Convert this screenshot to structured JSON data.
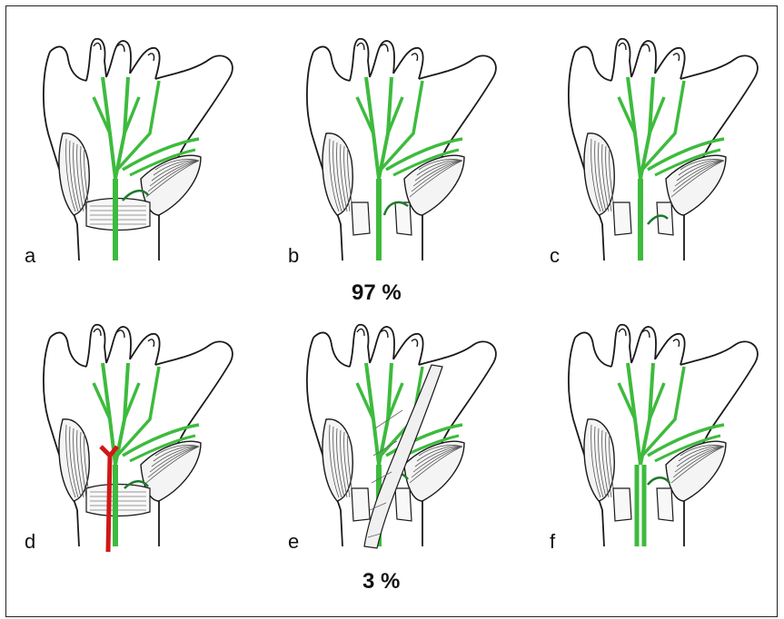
{
  "panels": [
    {
      "id": "a",
      "label": "a",
      "variant": "normal"
    },
    {
      "id": "b",
      "label": "b",
      "variant": "branch-through"
    },
    {
      "id": "c",
      "label": "c",
      "variant": "branch-distal"
    },
    {
      "id": "d",
      "label": "d",
      "variant": "artery"
    },
    {
      "id": "e",
      "label": "e",
      "variant": "muscle-over"
    },
    {
      "id": "f",
      "label": "f",
      "variant": "bifid"
    }
  ],
  "percentages": {
    "top": "97 %",
    "bottom": "3 %"
  },
  "colors": {
    "nerve": "#3dbb3d",
    "nerve_dark": "#1e7a2a",
    "artery": "#d01818",
    "ink": "#1a1a1a"
  }
}
